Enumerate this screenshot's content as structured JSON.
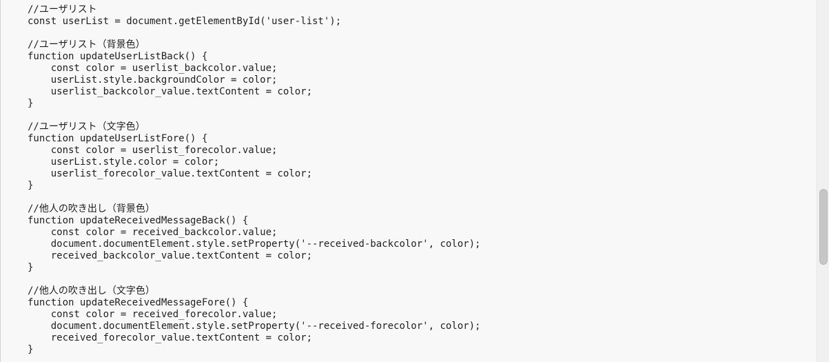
{
  "code_lines": [
    "//ユーザリスト",
    "const userList = document.getElementById('user-list');",
    "",
    "//ユーザリスト（背景色）",
    "function updateUserListBack() {",
    "    const color = userlist_backcolor.value;",
    "    userList.style.backgroundColor = color;",
    "    userlist_backcolor_value.textContent = color;",
    "}",
    "",
    "//ユーザリスト（文字色）",
    "function updateUserListFore() {",
    "    const color = userlist_forecolor.value;",
    "    userList.style.color = color;",
    "    userlist_forecolor_value.textContent = color;",
    "}",
    "",
    "//他人の吹き出し（背景色）",
    "function updateReceivedMessageBack() {",
    "    const color = received_backcolor.value;",
    "    document.documentElement.style.setProperty('--received-backcolor', color);",
    "    received_backcolor_value.textContent = color;",
    "}",
    "",
    "//他人の吹き出し（文字色）",
    "function updateReceivedMessageFore() {",
    "    const color = received_forecolor.value;",
    "    document.documentElement.style.setProperty('--received-forecolor', color);",
    "    received_forecolor_value.textContent = color;",
    "}"
  ],
  "scrollbar": {
    "position_fraction": 0.66,
    "visible_fraction": 0.21
  },
  "colors": {
    "background": "#f8f8f8",
    "text": "#1f1f1f",
    "scroll_thumb": "#c6c6c6"
  }
}
